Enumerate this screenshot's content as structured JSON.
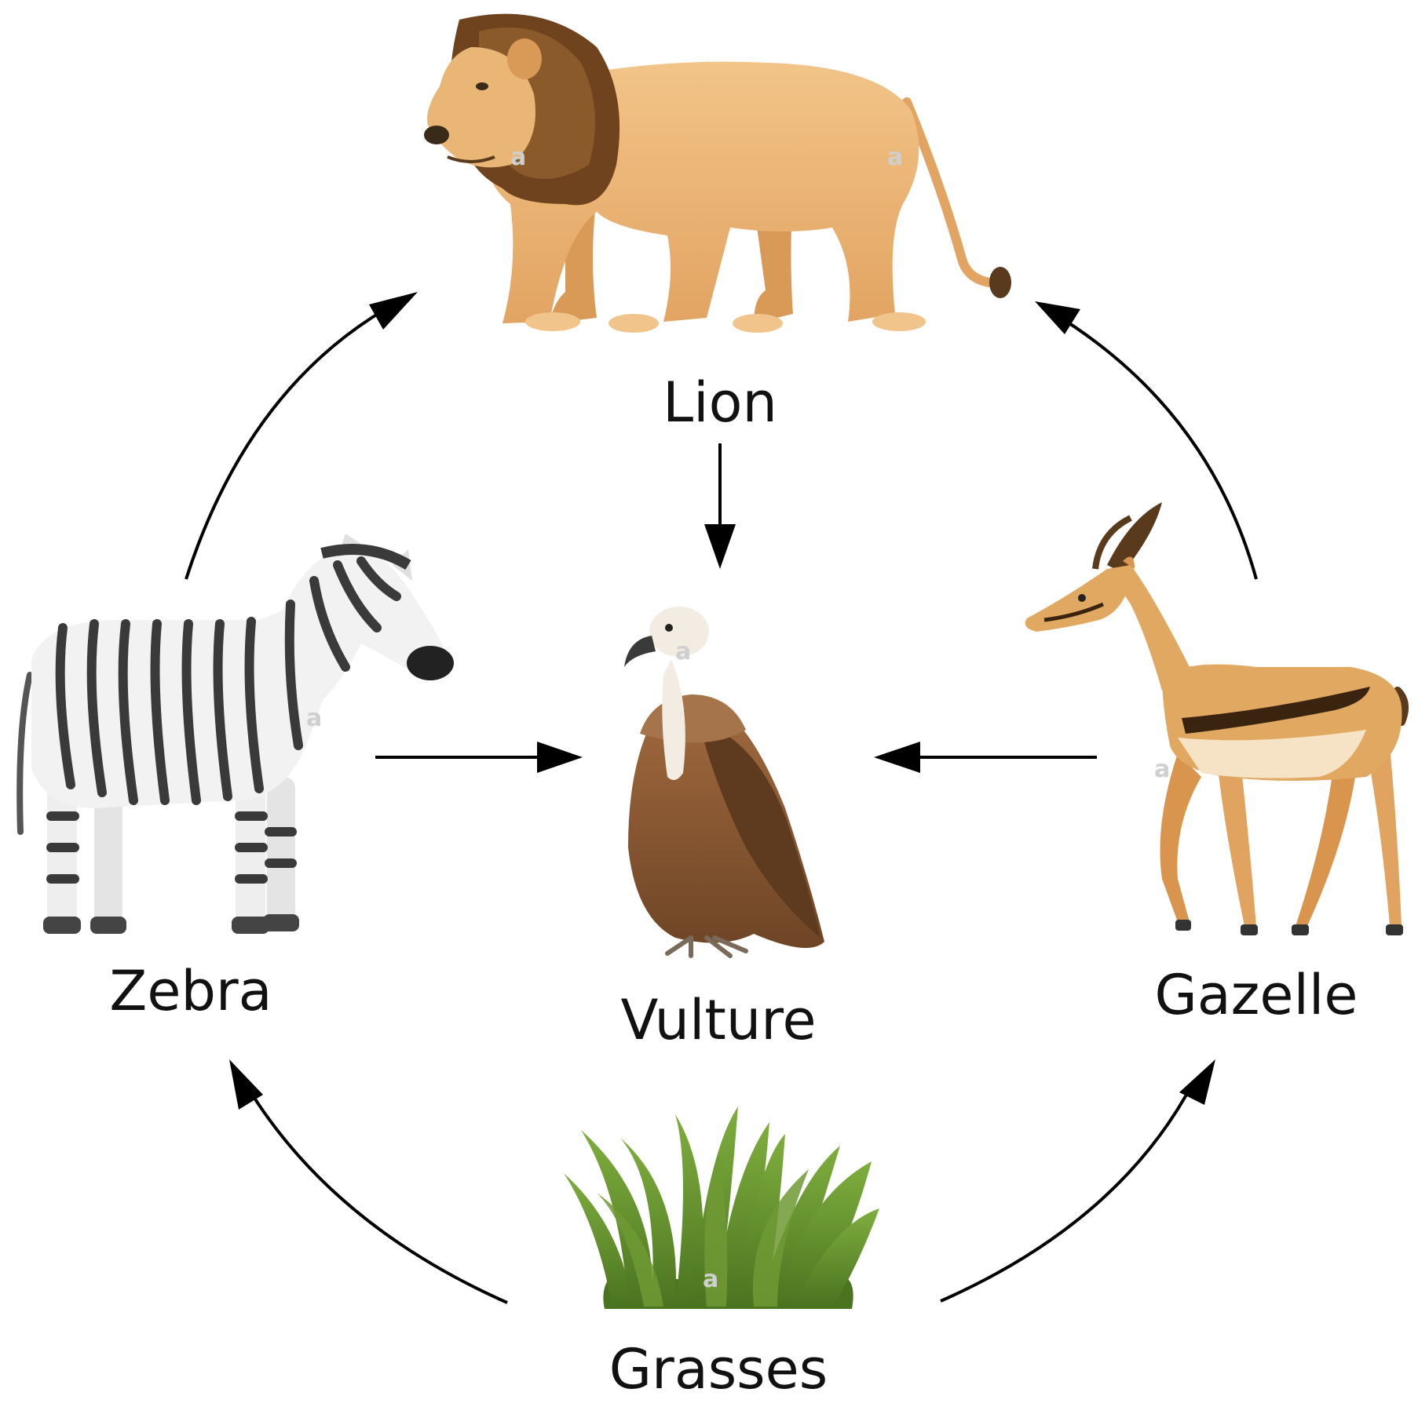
{
  "nodes": {
    "lion": {
      "label": "Lion",
      "icon": "lion-icon",
      "colors": {
        "body": "#e8b070",
        "mane": "#7a4a22"
      }
    },
    "zebra": {
      "label": "Zebra",
      "icon": "zebra-icon",
      "colors": {
        "body": "#f2f2f2",
        "stripe": "#3a3a3a"
      }
    },
    "vulture": {
      "label": "Vulture",
      "icon": "vulture-icon",
      "colors": {
        "body": "#8a5a35",
        "head": "#f2ece2"
      }
    },
    "gazelle": {
      "label": "Gazelle",
      "icon": "gazelle-icon",
      "colors": {
        "body": "#e0a860",
        "belly": "#f6e2c4"
      }
    },
    "grasses": {
      "label": "Grasses",
      "icon": "grass-icon",
      "colors": {
        "blade": "#6f9a34",
        "dark": "#4f7a22"
      }
    }
  },
  "edges": [
    {
      "from": "zebra",
      "to": "lion"
    },
    {
      "from": "gazelle",
      "to": "lion"
    },
    {
      "from": "lion",
      "to": "vulture"
    },
    {
      "from": "zebra",
      "to": "vulture"
    },
    {
      "from": "gazelle",
      "to": "vulture"
    },
    {
      "from": "grasses",
      "to": "zebra"
    },
    {
      "from": "grasses",
      "to": "gazelle"
    }
  ],
  "watermark_text": "a"
}
